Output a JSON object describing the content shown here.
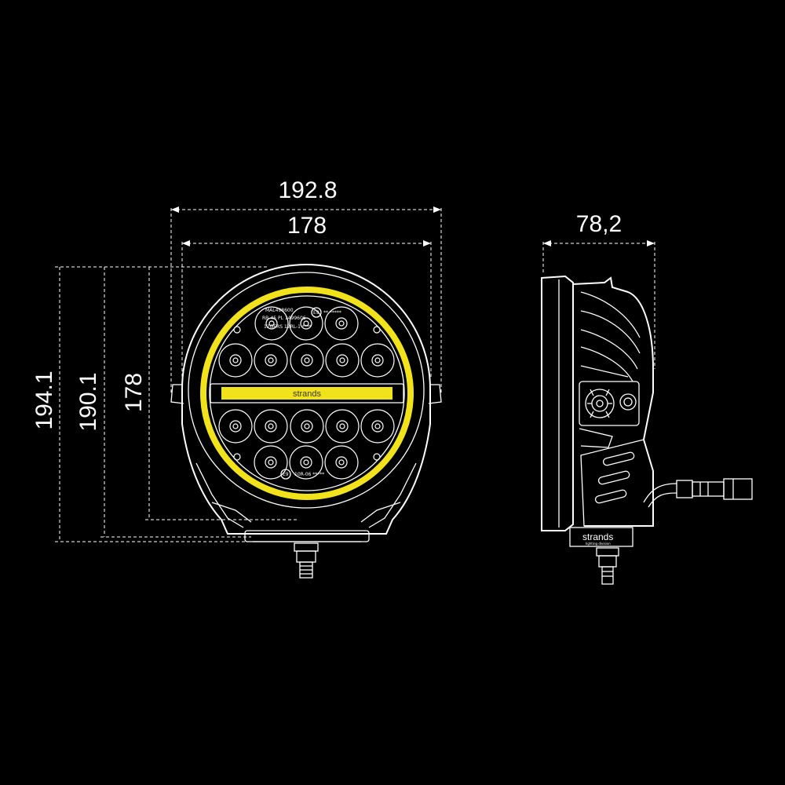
{
  "dimensions": {
    "overall_width": "192.8",
    "lens_width": "178",
    "depth": "78,2",
    "overall_height": "194.1",
    "housing_height": "190.1",
    "lens_height": "178"
  },
  "branding": {
    "bar_label": "strands",
    "side_logo": "strands",
    "side_logo_sub": "lighting division"
  },
  "markings": {
    "line1": "MAL498600",
    "line2": "RB-45 PL 1499606",
    "line3": "12GERS 12RL-1 ****",
    "approval": "E9",
    "approval_code": "10R-06 *****",
    "code_top": "** *****"
  },
  "colors": {
    "background": "#000000",
    "linework": "#ffffff",
    "accent": "#f2e21c"
  }
}
